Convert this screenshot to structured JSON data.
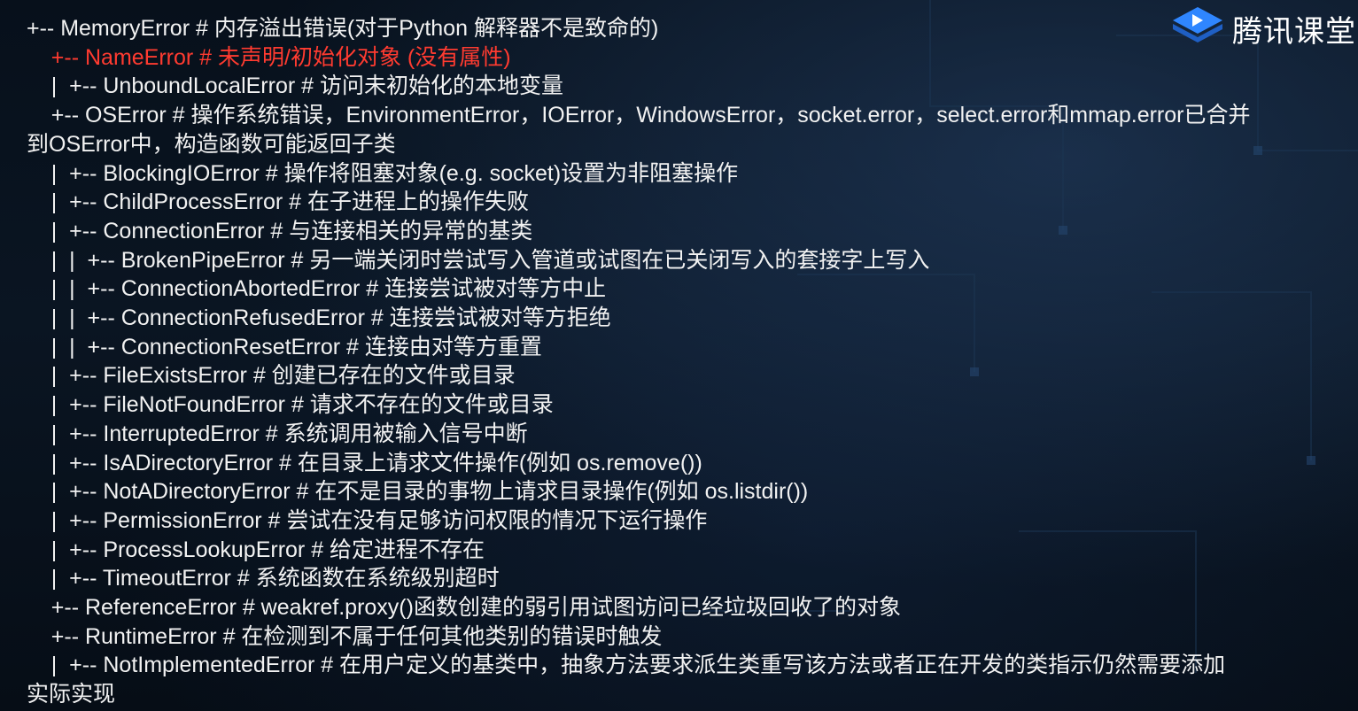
{
  "logo": {
    "text": "腾讯课堂",
    "icon": "tencent-classroom-play-icon",
    "colors": {
      "blue": "#2f86ff",
      "white": "#ffffff"
    }
  },
  "colors": {
    "background": "#08121d",
    "text": "#f2f2f2",
    "highlight": "#ff3b30"
  },
  "lines": [
    {
      "prefix": "+-- ",
      "text": "MemoryError # 内存溢出错误(对于Python 解释器不是致命的)"
    },
    {
      "prefix": "    +-- ",
      "text": "NameError # 未声明/初始化对象 (没有属性)"
    },
    {
      "prefix": "    |  +-- ",
      "text": "UnboundLocalError # 访问未初始化的本地变量"
    },
    {
      "prefix": "    +-- ",
      "text": "OSError # 操作系统错误，EnvironmentError，IOError，WindowsError，socket.error，select.error和mmap.error已合并"
    },
    {
      "prefix": "",
      "text": "到OSError中，构造函数可能返回子类"
    },
    {
      "prefix": "    |  +-- ",
      "text": "BlockingIOError # 操作将阻塞对象(e.g. socket)设置为非阻塞操作"
    },
    {
      "prefix": "    |  +-- ",
      "text": "ChildProcessError # 在子进程上的操作失败"
    },
    {
      "prefix": "    |  +-- ",
      "text": "ConnectionError # 与连接相关的异常的基类"
    },
    {
      "prefix": "    |  |  +-- ",
      "text": "BrokenPipeError # 另一端关闭时尝试写入管道或试图在已关闭写入的套接字上写入"
    },
    {
      "prefix": "    |  |  +-- ",
      "text": "ConnectionAbortedError # 连接尝试被对等方中止"
    },
    {
      "prefix": "    |  |  +-- ",
      "text": "ConnectionRefusedError # 连接尝试被对等方拒绝"
    },
    {
      "prefix": "    |  |  +-- ",
      "text": "ConnectionResetError   # 连接由对等方重置"
    },
    {
      "prefix": "    |  +-- ",
      "text": "FileExistsError # 创建已存在的文件或目录"
    },
    {
      "prefix": "    |  +-- ",
      "text": "FileNotFoundError # 请求不存在的文件或目录"
    },
    {
      "prefix": "    |  +-- ",
      "text": "InterruptedError # 系统调用被输入信号中断"
    },
    {
      "prefix": "    |  +-- ",
      "text": "IsADirectoryError # 在目录上请求文件操作(例如 os.remove())"
    },
    {
      "prefix": "    |  +-- ",
      "text": "NotADirectoryError # 在不是目录的事物上请求目录操作(例如 os.listdir())"
    },
    {
      "prefix": "    |  +-- ",
      "text": "PermissionError # 尝试在没有足够访问权限的情况下运行操作"
    },
    {
      "prefix": "    |  +-- ",
      "text": "ProcessLookupError # 给定进程不存在"
    },
    {
      "prefix": "    |  +-- ",
      "text": "TimeoutError # 系统函数在系统级别超时"
    },
    {
      "prefix": "    +-- ",
      "text": "ReferenceError # weakref.proxy()函数创建的弱引用试图访问已经垃圾回收了的对象"
    },
    {
      "prefix": "    +-- ",
      "text": "RuntimeError # 在检测到不属于任何其他类别的错误时触发"
    },
    {
      "prefix": "    |  +-- ",
      "text": "NotImplementedError # 在用户定义的基类中，抽象方法要求派生类重写该方法或者正在开发的类指示仍然需要添加"
    },
    {
      "prefix": "",
      "text": "实际实现"
    }
  ]
}
